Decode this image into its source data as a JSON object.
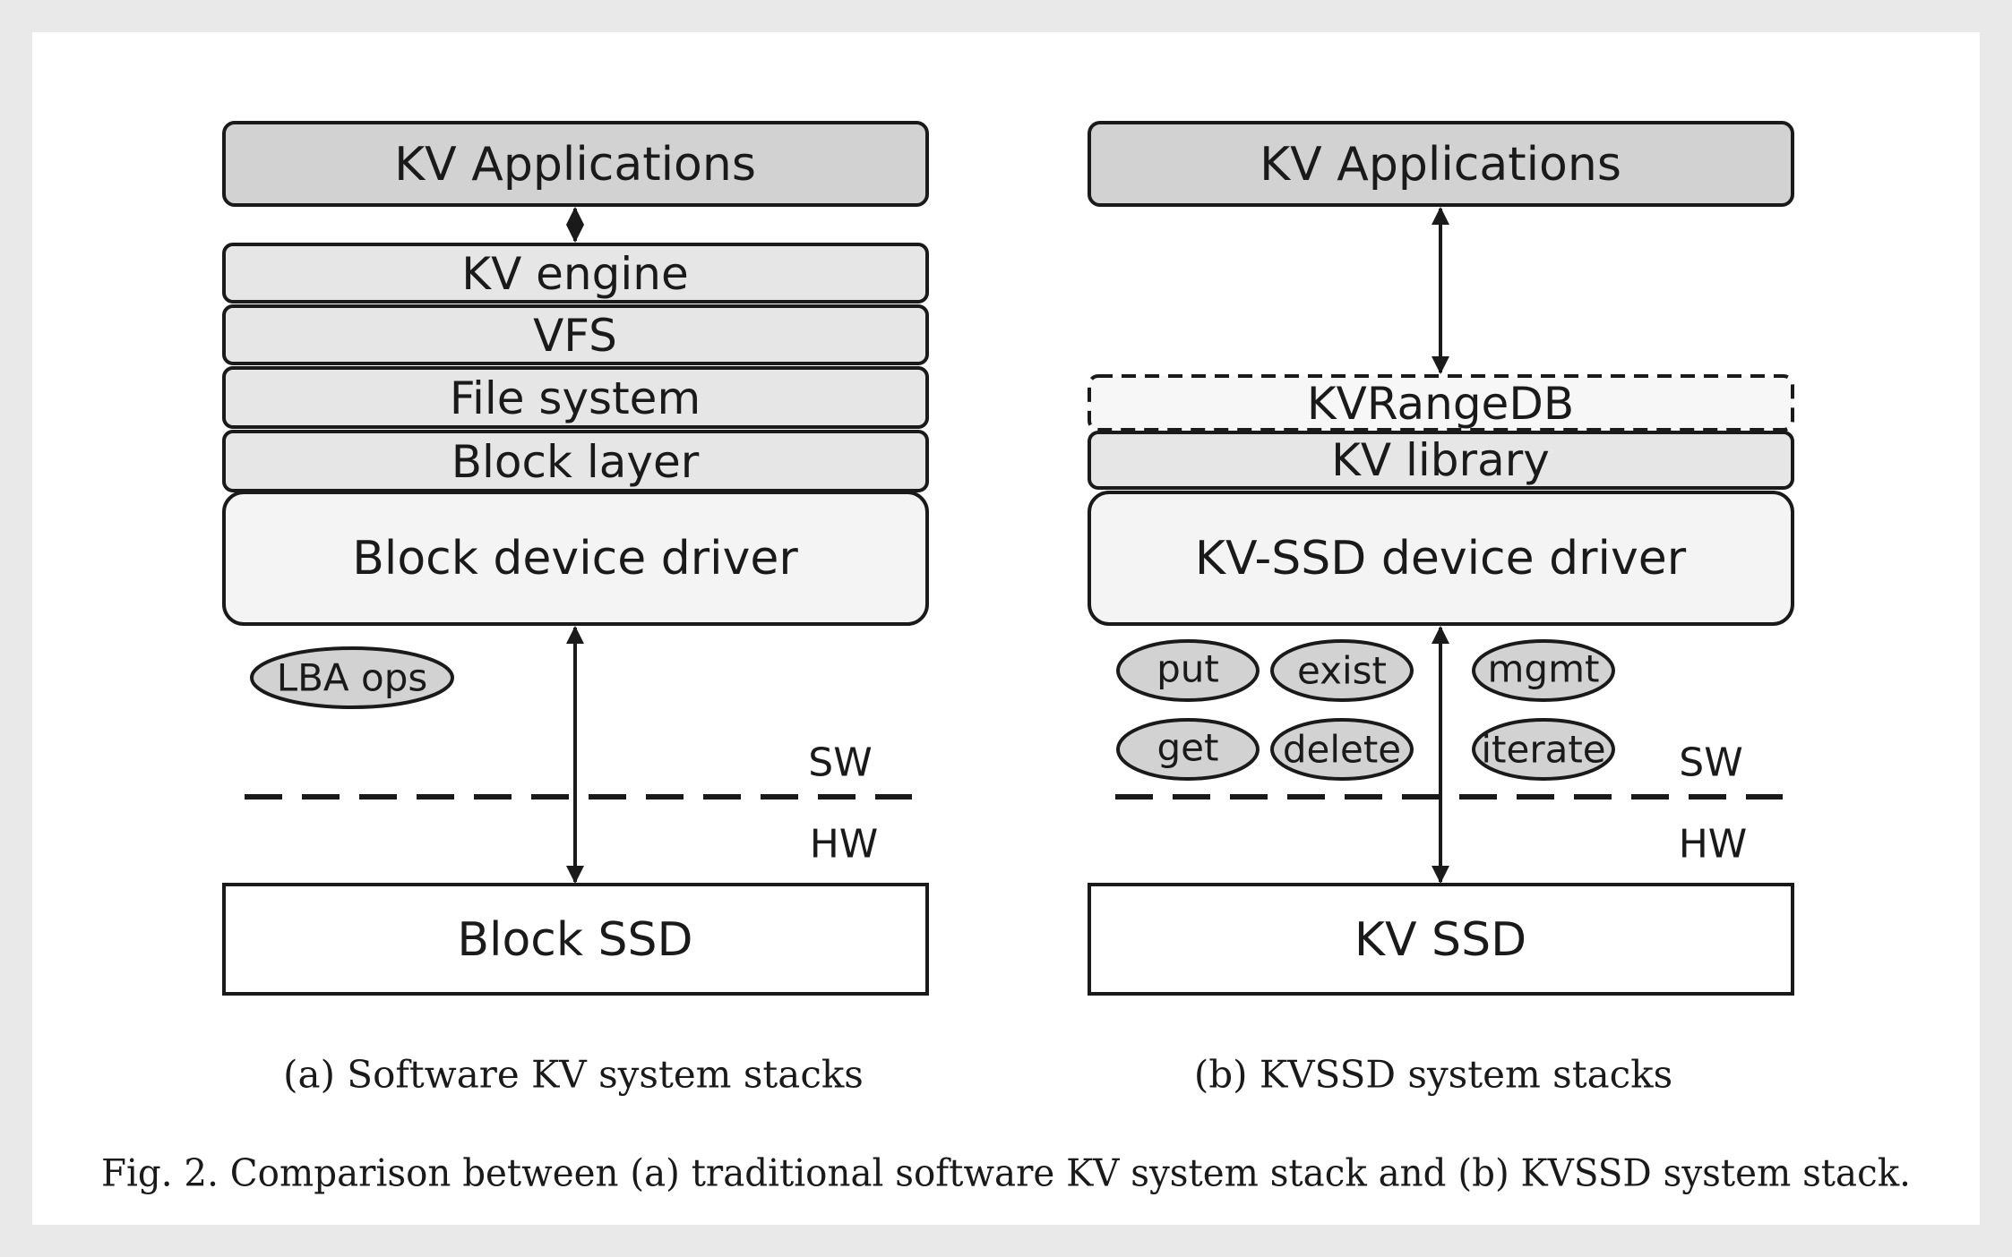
{
  "left_stack": {
    "applications": "KV Applications",
    "engine": "KV engine",
    "vfs": "VFS",
    "file_system": "File system",
    "block_layer": "Block layer",
    "driver": "Block device driver",
    "ops_label": "LBA ops",
    "sw_label": "SW",
    "hw_label": "HW",
    "ssd": "Block SSD",
    "caption": "(a) Software KV system stacks"
  },
  "right_stack": {
    "applications": "KV Applications",
    "rangedb": "KVRangeDB",
    "library": "KV library",
    "driver": "KV-SSD device driver",
    "ops": {
      "put": "put",
      "exist": "exist",
      "mgmt": "mgmt",
      "get": "get",
      "delete": "delete",
      "iterate": "iterate"
    },
    "sw_label": "SW",
    "hw_label": "HW",
    "ssd": "KV SSD",
    "caption": "(b) KVSSD system stacks"
  },
  "figure_caption": "Fig. 2.  Comparison between (a) traditional software KV system stack and (b) KVSSD system stack.",
  "colors": {
    "dark_box": "#d2d2d2",
    "light_box": "#e6e6e6",
    "driver_box": "#f4f4f4",
    "dashed_box": "#f7f7f7",
    "ellipse": "#d2d2d2",
    "stroke": "#1a1a1a",
    "panel": "#ffffff"
  }
}
